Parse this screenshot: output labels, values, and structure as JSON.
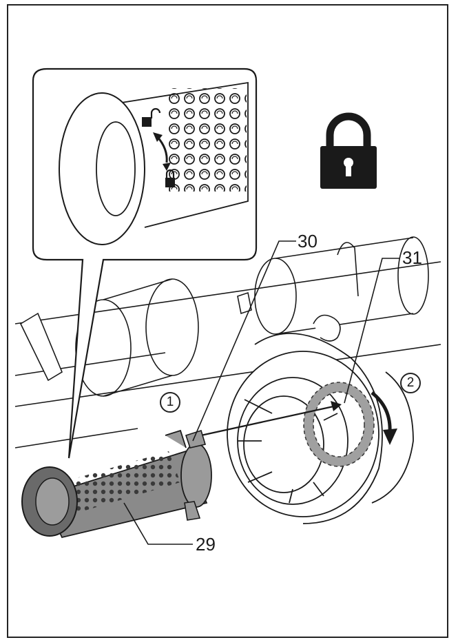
{
  "diagram": {
    "callouts": [
      {
        "id": "c30",
        "label": "30"
      },
      {
        "id": "c31",
        "label": "31"
      },
      {
        "id": "c29",
        "label": "29"
      }
    ],
    "steps": [
      {
        "id": "s1",
        "label": "1"
      },
      {
        "id": "s2",
        "label": "2"
      }
    ],
    "icons": {
      "main": "padlock-locked-icon",
      "inset_locked": "small-lock-closed-icon",
      "inset_unlocked": "small-lock-open-icon",
      "rotation_arrow": "curved-arrow-icon",
      "inset_arrow": "double-headed-arrow-icon"
    },
    "colors": {
      "line": "#1a1a1a",
      "filter_fill": "#8a8a8a",
      "filter_dark": "#5a5a5a",
      "highlight_ring": "#a0a0a0"
    }
  }
}
